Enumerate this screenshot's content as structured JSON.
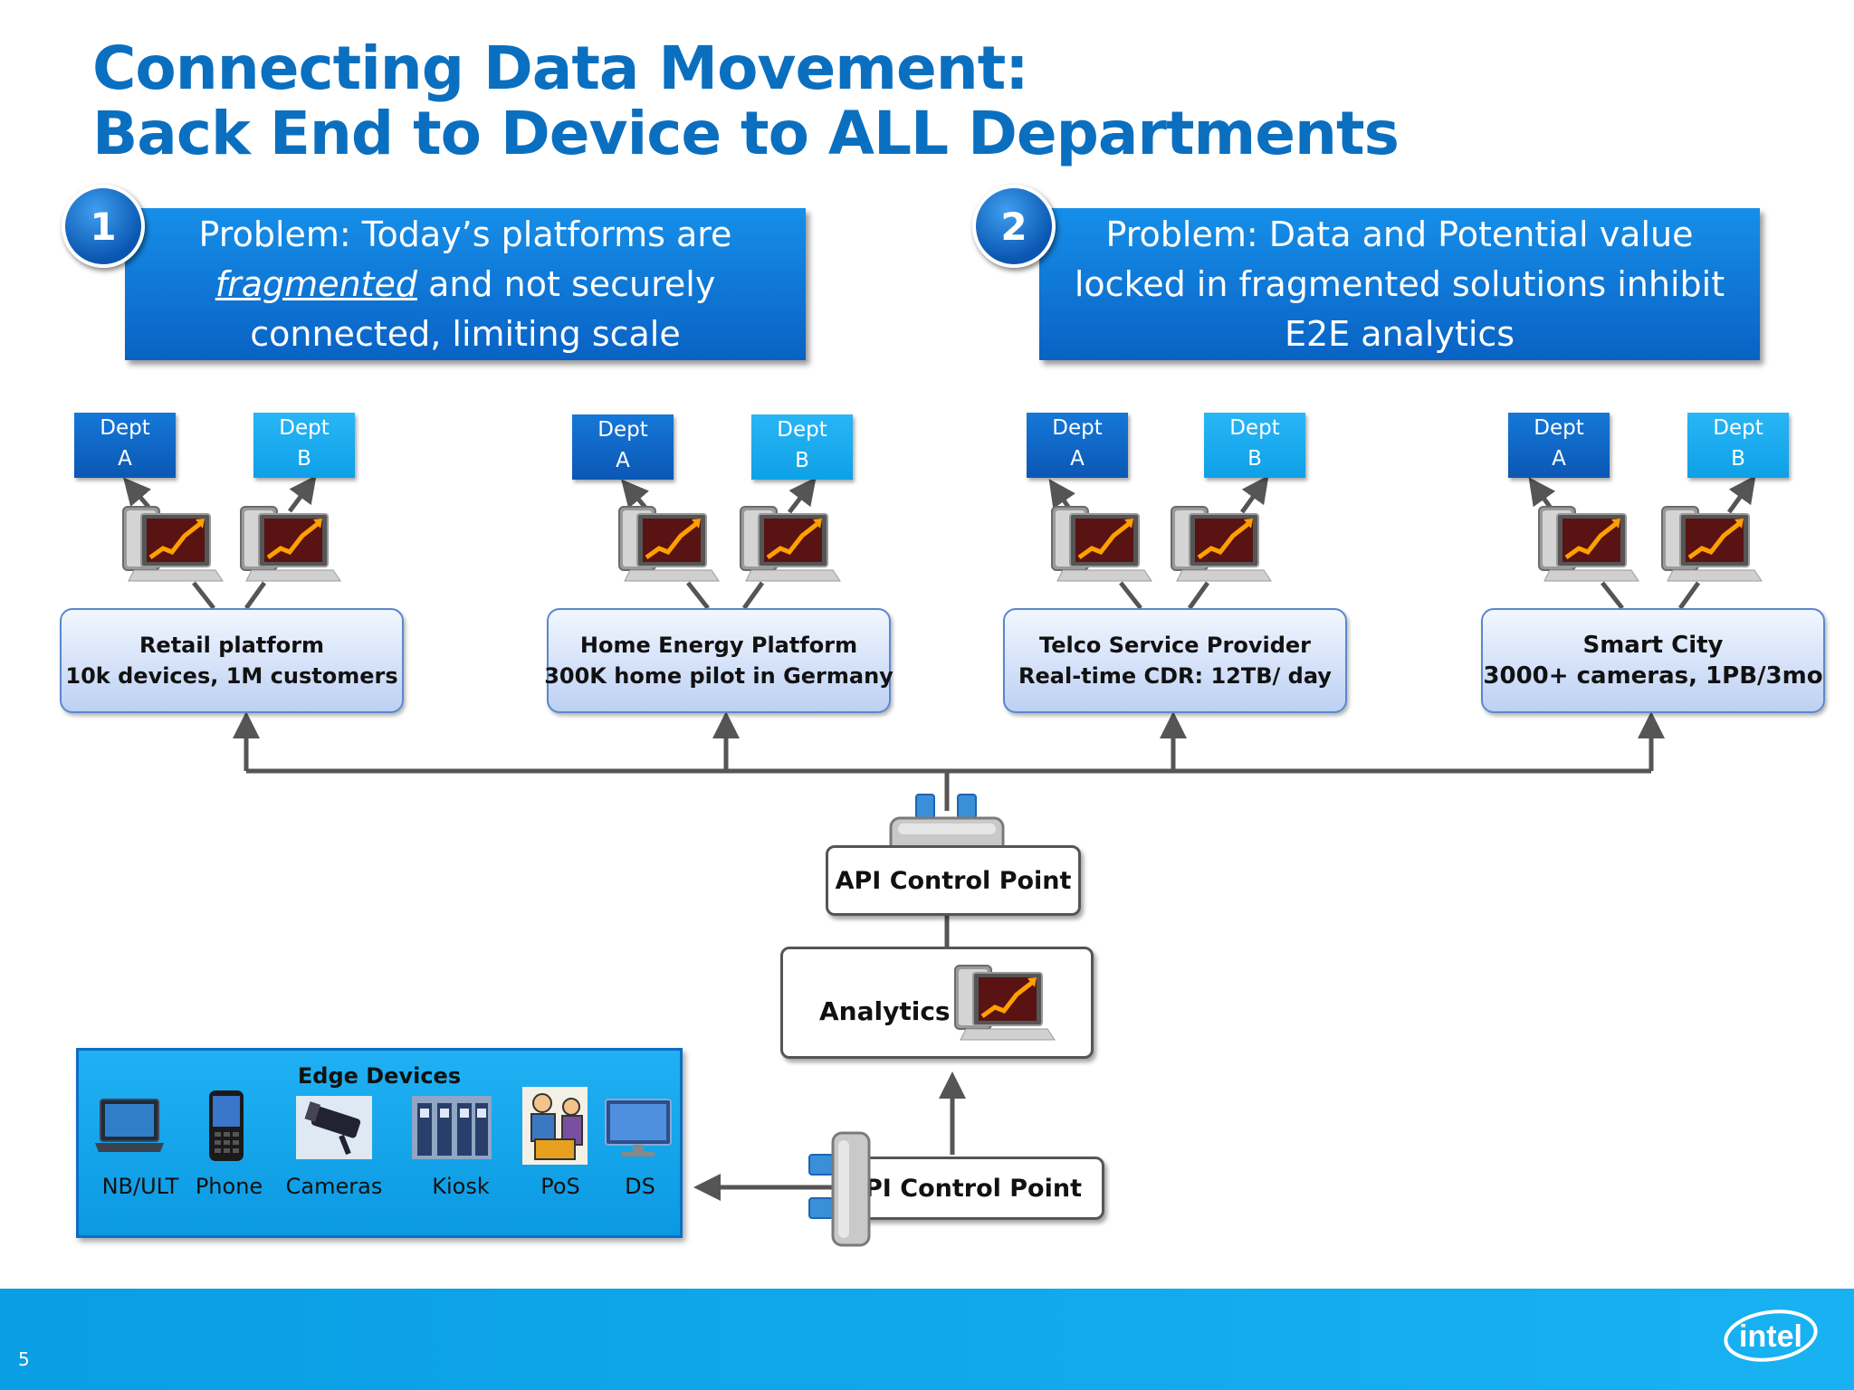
{
  "title": {
    "line1": "Connecting Data Movement:",
    "line2": "Back End to Device to ALL Departments"
  },
  "problems": [
    {
      "number": "1",
      "line1": "Problem: Today’s platforms are",
      "line2_emphasis": "fragmented",
      "line2_rest": " and not securely",
      "line3": "connected, limiting scale"
    },
    {
      "number": "2",
      "line1": "Problem: Data and Potential value",
      "line2": "locked in fragmented solutions inhibit",
      "line3": "E2E analytics"
    }
  ],
  "dept": {
    "word": "Dept",
    "a": "A",
    "b": "B"
  },
  "platforms": [
    {
      "name": "Retail platform",
      "detail": "10k devices, 1M customers"
    },
    {
      "name": "Home Energy Platform",
      "detail": "300K home pilot in Germany"
    },
    {
      "name": "Telco Service Provider",
      "detail": "Real-time CDR: 12TB/ day"
    },
    {
      "name": "Smart City",
      "detail": "3000+ cameras, 1PB/3mo"
    }
  ],
  "api_control_point_top": "API Control Point",
  "analytics": "Analytics",
  "api_control_point_bottom": "API Control Point",
  "edge_devices": {
    "title": "Edge Devices",
    "devices": [
      {
        "label": "NB/ULT",
        "icon": "laptop-icon"
      },
      {
        "label": "Phone",
        "icon": "phone-icon"
      },
      {
        "label": "Cameras",
        "icon": "camera-icon"
      },
      {
        "label": "Kiosk",
        "icon": "kiosk-icon"
      },
      {
        "label": "PoS",
        "icon": "pos-icon"
      },
      {
        "label": "DS",
        "icon": "display-icon"
      }
    ]
  },
  "page_number": "5",
  "logo_text": "intel",
  "colors": {
    "title": "#0b6fc0",
    "problem_box": "#0a6fd1",
    "dept_a": "#0c62c4",
    "dept_b": "#1aaaf0",
    "platform_border": "#5b87cf",
    "edge_box": "#17a8ef",
    "connector": "#555555",
    "footer": "#0fa7ec"
  }
}
